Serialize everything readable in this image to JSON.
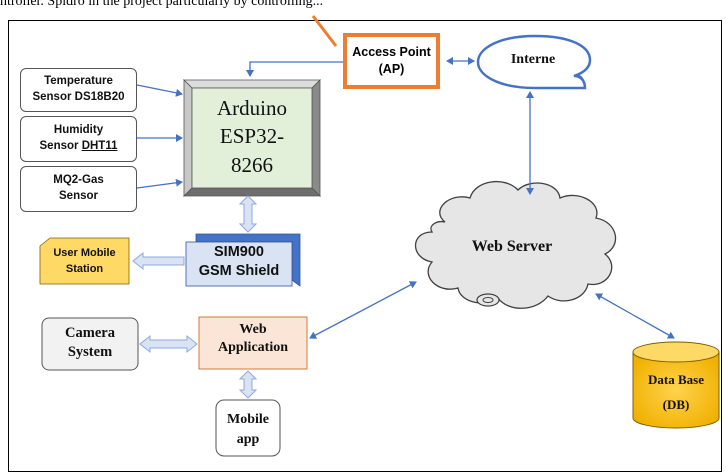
{
  "top_fragment": "ntroller. Spidro in the project particularly by controlling...",
  "nodes": {
    "temperature_sensor": {
      "line1": "Temperature",
      "line2": "Sensor DS18B20"
    },
    "humidity_sensor": {
      "line1": "Humidity",
      "line2_prefix": "Sensor ",
      "line2_underlined": "DHT11"
    },
    "gas_sensor": {
      "line1": "MQ2-Gas",
      "line2": "Sensor"
    },
    "arduino": {
      "line1": "Arduino",
      "line2": "ESP32-",
      "line3": "8266"
    },
    "access_point": {
      "line1": "Access Point",
      "line2": "(AP)"
    },
    "internet": {
      "label": "Interne"
    },
    "sim900": {
      "line1": "SIM900",
      "line2": "GSM Shield"
    },
    "user_mobile_station": {
      "line1": "User Mobile",
      "line2": "Station"
    },
    "web_server": {
      "label": "Web Server"
    },
    "camera_system": {
      "line1": "Camera",
      "line2": "System"
    },
    "web_application": {
      "line1": "Web",
      "line2": "Application"
    },
    "mobile_app": {
      "line1": "Mobile",
      "line2": "app"
    },
    "database": {
      "line1": "Data Base",
      "line2": "(DB)"
    }
  },
  "colors": {
    "arduino_fill": "#e2efd9",
    "arduino_bevel": "#8a8a8a",
    "access_point_border": "#ed7d31",
    "internet_stroke": "#4472c4",
    "sim900_front": "#dae3f3",
    "sim900_back": "#4472c4",
    "user_mobile_fill": "#ffd966",
    "cloud_fill": "#e7e6e6",
    "web_app_fill": "#fbe5d6",
    "camera_fill": "#f2f2f2",
    "database_fill": "#ffc000",
    "connector": "#4472c4",
    "block_arrow_fill": "#dae3f3",
    "block_arrow_stroke": "#8faadc"
  }
}
